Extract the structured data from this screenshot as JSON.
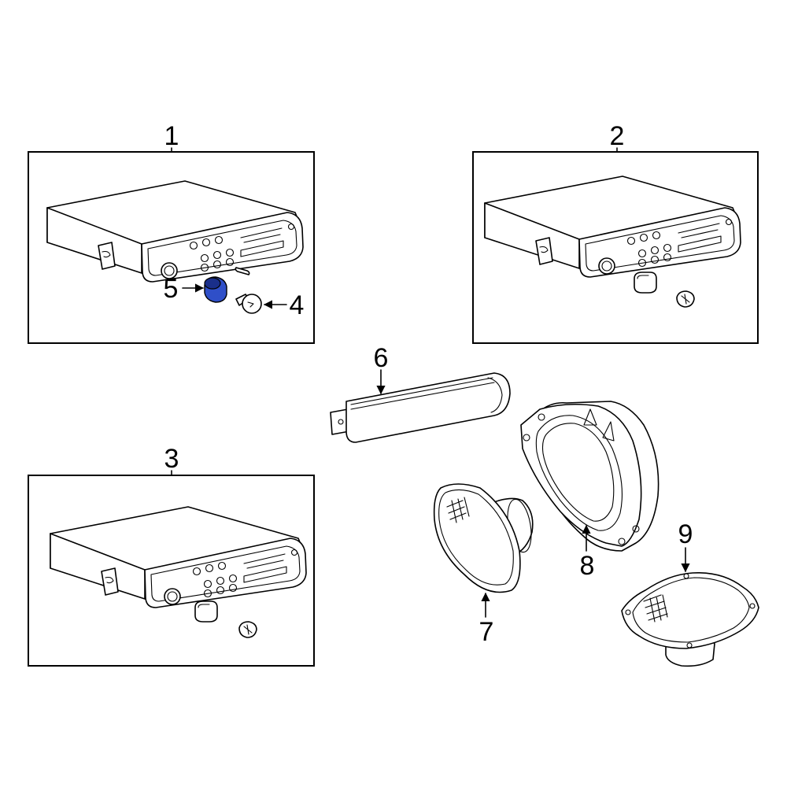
{
  "callouts": {
    "c1": "1",
    "c2": "2",
    "c3": "3",
    "c4": "4",
    "c5": "5",
    "c6": "6",
    "c7": "7",
    "c8": "8",
    "c9": "9"
  },
  "colors": {
    "highlight": "#2f4fc8",
    "highlight_dark": "#1a2f8a",
    "line": "#000000",
    "background": "#ffffff"
  }
}
